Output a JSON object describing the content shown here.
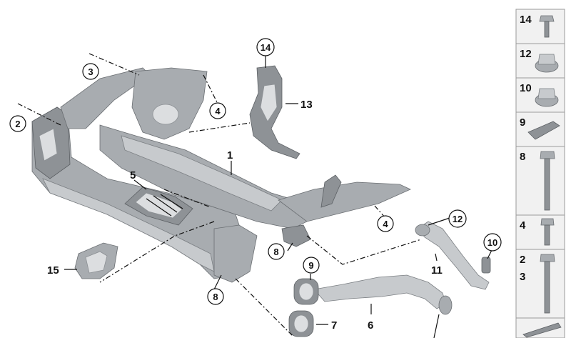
{
  "callouts": {
    "c1": "1",
    "c2": "2",
    "c3": "3",
    "c4a": "4",
    "c4b": "4",
    "c5": "5",
    "c6": "6",
    "c7": "7",
    "c8a": "8",
    "c8b": "8",
    "c9": "9",
    "c10": "10",
    "c11": "11",
    "c12": "12",
    "c13": "13",
    "c14": "14",
    "c15": "15"
  },
  "panel": {
    "p14": "14",
    "p12": "12",
    "p10": "10",
    "p9": "9",
    "p8": "8",
    "p4": "4",
    "p2": "2",
    "p3": "3"
  },
  "colors": {
    "part": "#a8acb0",
    "panel_bg": "#f1f1f1",
    "text": "#111111"
  }
}
